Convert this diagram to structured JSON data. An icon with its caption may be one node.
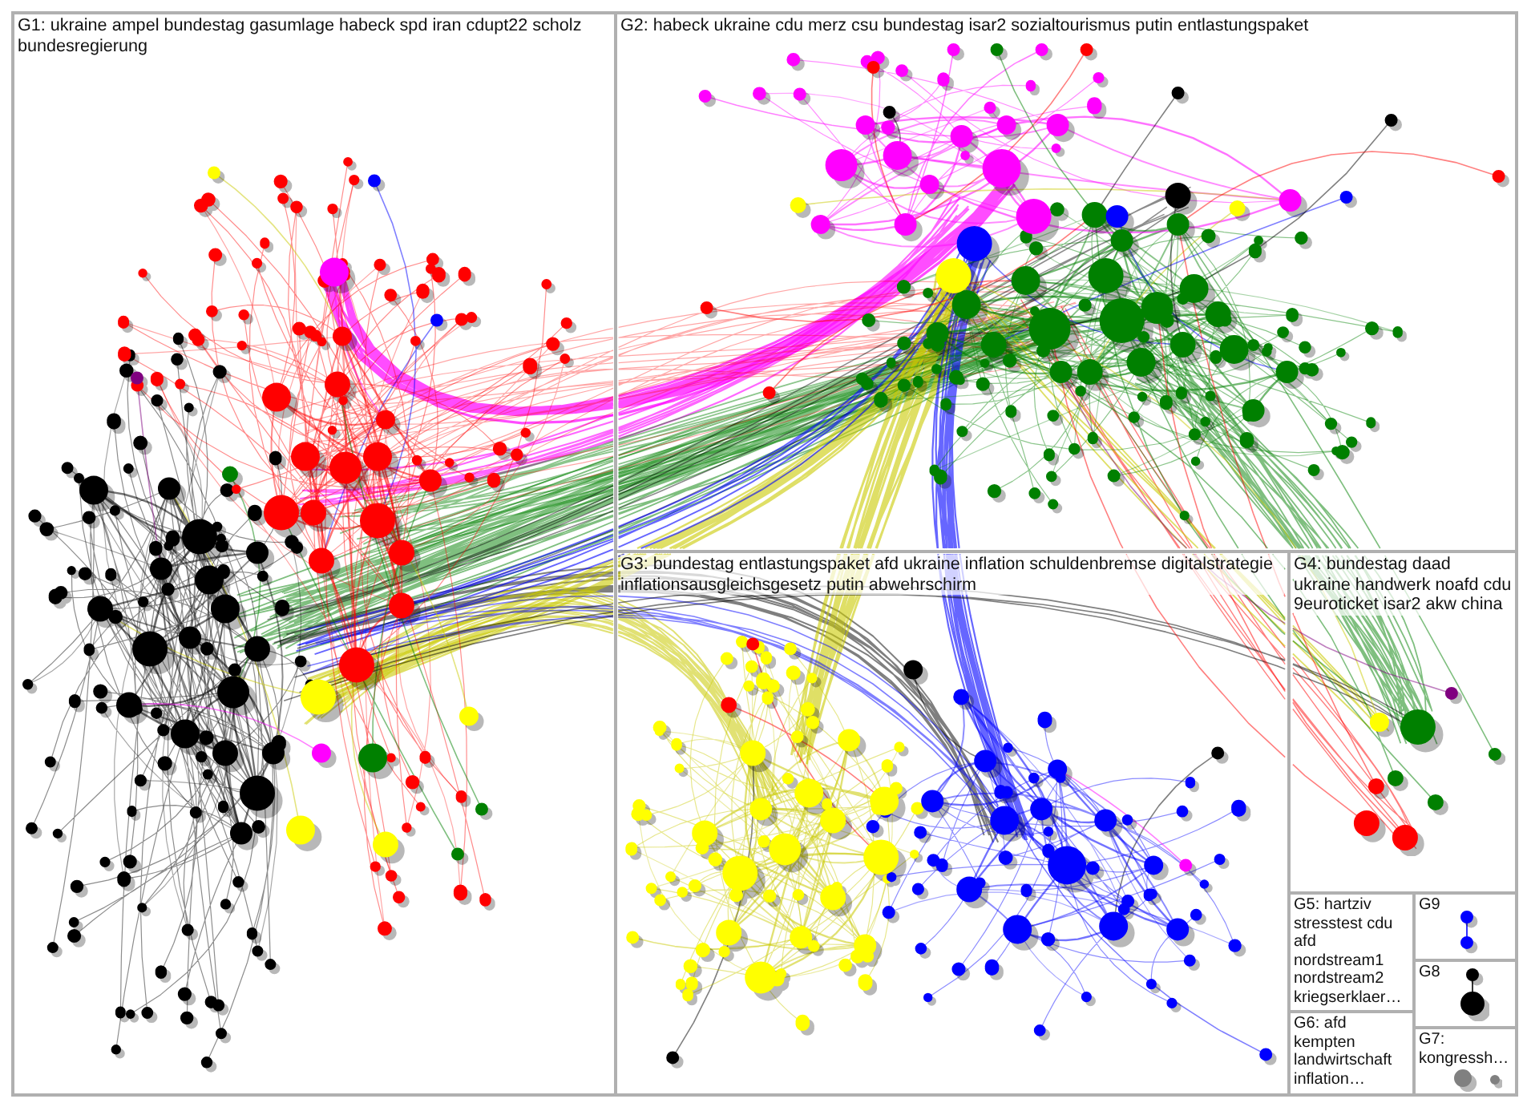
{
  "diagram": {
    "nodes": [
      {
        "text": [
          "G1: ukraine ampel bundestag gasumlage habeck spd iran cdupt22 scholz bundesregierung"
        ]
      },
      {
        "text": [
          "G2: habeck ukraine cdu merz csu bundestag isar2 sozialtourismus putin entlastungspaket"
        ]
      },
      {
        "text": [
          "G3: bundestag entlastungspaket afd ukraine inflation schuldenbremse digitalstrategie inflationsausgleichsgesetz putin abwehrschirm"
        ]
      },
      {
        "text": [
          "G4: bundestag daad ukraine handwerk noafd cdu 9euroticket isar2 akw china"
        ]
      },
      {
        "text": [
          "G5: hartziv stresstest cdu afd nordstream1 nordstream2 kriegserklaer…"
        ]
      },
      {
        "text": [
          "G9"
        ]
      },
      {
        "text": [
          "G8"
        ]
      },
      {
        "text": [
          "G6: afd kempten landwirtschaft inflation…"
        ]
      },
      {
        "text": [
          "G7: kongressh…"
        ]
      }
    ]
  }
}
